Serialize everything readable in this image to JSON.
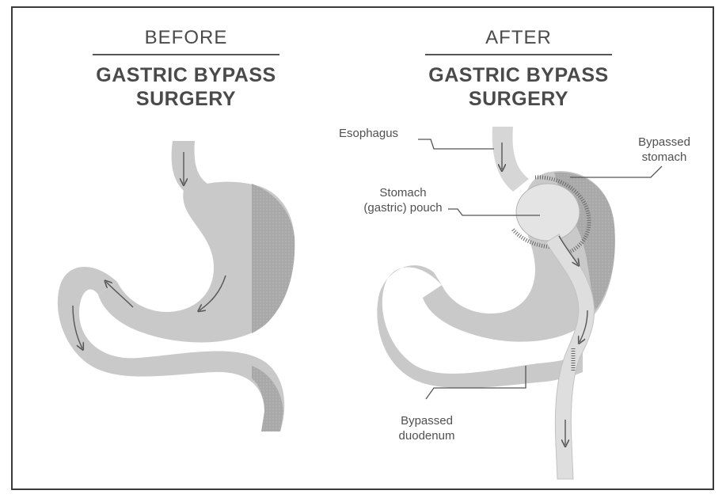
{
  "before_panel": {
    "label": "BEFORE",
    "title_line1": "GASTRIC BYPASS",
    "title_line2": "SURGERY"
  },
  "after_panel": {
    "label": "AFTER",
    "title_line1": "GASTRIC BYPASS",
    "title_line2": "SURGERY"
  },
  "labels": {
    "esophagus": "Esophagus",
    "bypassed_stomach_line1": "Bypassed",
    "bypassed_stomach_line2": "stomach",
    "pouch_line1": "Stomach",
    "pouch_line2": "(gastric) pouch",
    "duodenum_line1": "Bypassed",
    "duodenum_line2": "duodenum"
  },
  "colors": {
    "organ_light": "#c9c9c9",
    "organ_dark": "#a9a9a9",
    "pouch": "#e4e4e4",
    "line": "#555555"
  }
}
